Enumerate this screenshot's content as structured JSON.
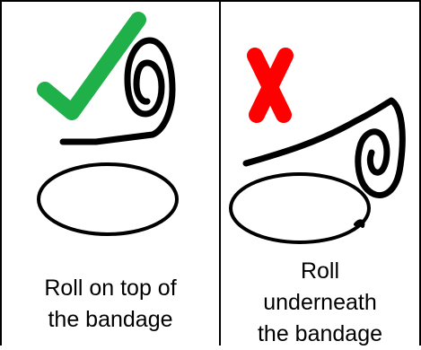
{
  "colors": {
    "check": "#1fb04a",
    "cross": "#ff0000",
    "ink": "#000000",
    "background": "#ffffff"
  },
  "panels": [
    {
      "verdict": "check-icon",
      "caption_lines": [
        "Roll on top of",
        "the bandage"
      ]
    },
    {
      "verdict": "cross-icon",
      "caption_lines": [
        "Roll",
        "underneath",
        "the bandage"
      ]
    }
  ]
}
